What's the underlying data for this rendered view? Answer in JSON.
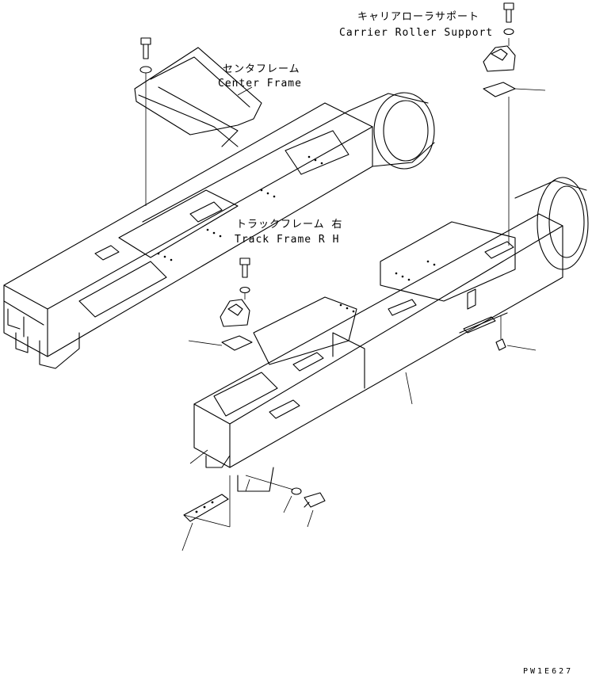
{
  "labels": {
    "carrier_roller_jp": "キャリアローラサポート",
    "carrier_roller_en": "Carrier Roller Support",
    "center_frame_jp": "センタフレーム",
    "center_frame_en": "Center Frame",
    "track_frame_jp": "トラックフレーム 右",
    "track_frame_en": "Track Frame R H",
    "drawing_code": "PW1E627"
  }
}
